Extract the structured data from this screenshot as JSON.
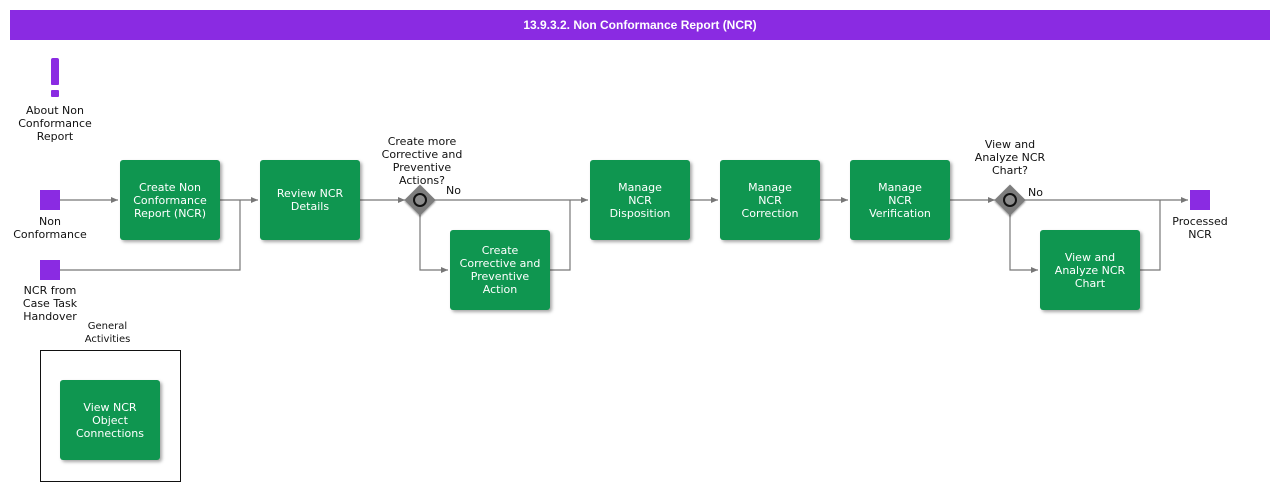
{
  "title": "13.9.3.2. Non Conformance Report (NCR)",
  "colors": {
    "header": "#8a2be2",
    "task": "#0f9650",
    "event": "#8a2be2",
    "gateway": "#7d7d7d"
  },
  "about": {
    "icon": "exclamation-icon",
    "label": "About Non\nConformance\nReport"
  },
  "events": {
    "start_nc": "Non\nConformance",
    "start_handover": "NCR from\nCase Task\nHandover",
    "end": "Processed\nNCR"
  },
  "tasks": {
    "create_ncr": "Create Non\nConformance\nReport (NCR)",
    "review": "Review NCR\nDetails",
    "capa": "Create\nCorrective and\nPreventive\nAction",
    "disposition": "Manage\nNCR\nDisposition",
    "correction": "Manage\nNCR\nCorrection",
    "verification": "Manage\nNCR\nVerification",
    "chart": "View and\nAnalyze NCR\nChart",
    "connections": "View NCR\nObject\nConnections"
  },
  "gateways": {
    "capa_question": "Create more\nCorrective and\nPreventive\nActions?",
    "chart_question": "View and\nAnalyze NCR\nChart?",
    "no_label": "No"
  },
  "group": {
    "title": "General\nActivities"
  }
}
